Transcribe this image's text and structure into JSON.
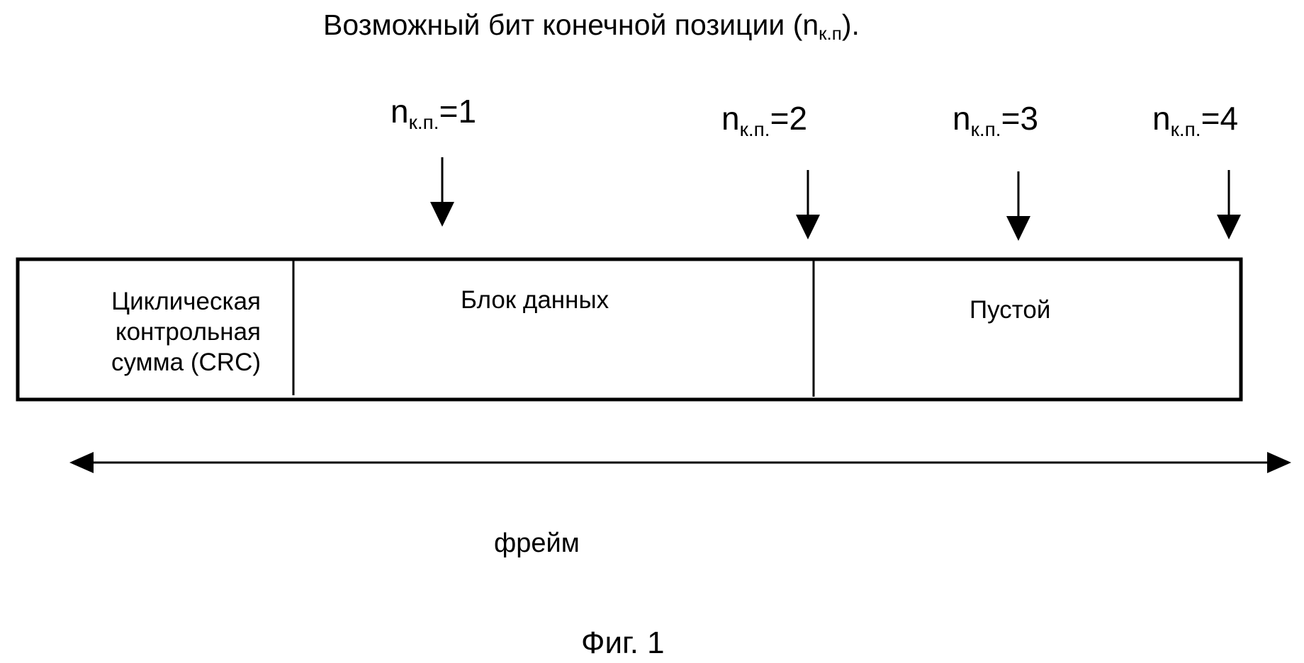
{
  "title": {
    "main": "Возможный бит конечной позиции (n",
    "sub": "к.п",
    "tail": ")."
  },
  "end_positions": [
    {
      "base": "n",
      "sub": "к.п.",
      "value": "=1"
    },
    {
      "base": "n",
      "sub": "к.п.",
      "value": "=2"
    },
    {
      "base": "n",
      "sub": "к.п.",
      "value": "=3"
    },
    {
      "base": "n",
      "sub": "к.п.",
      "value": "=4"
    }
  ],
  "frame_blocks": {
    "crc": [
      "Циклическая",
      "контрольная",
      "сумма (CRC)"
    ],
    "data": "Блок данных",
    "empty": "Пустой"
  },
  "frame_label": "фрейм",
  "caption": "Фиг. 1"
}
